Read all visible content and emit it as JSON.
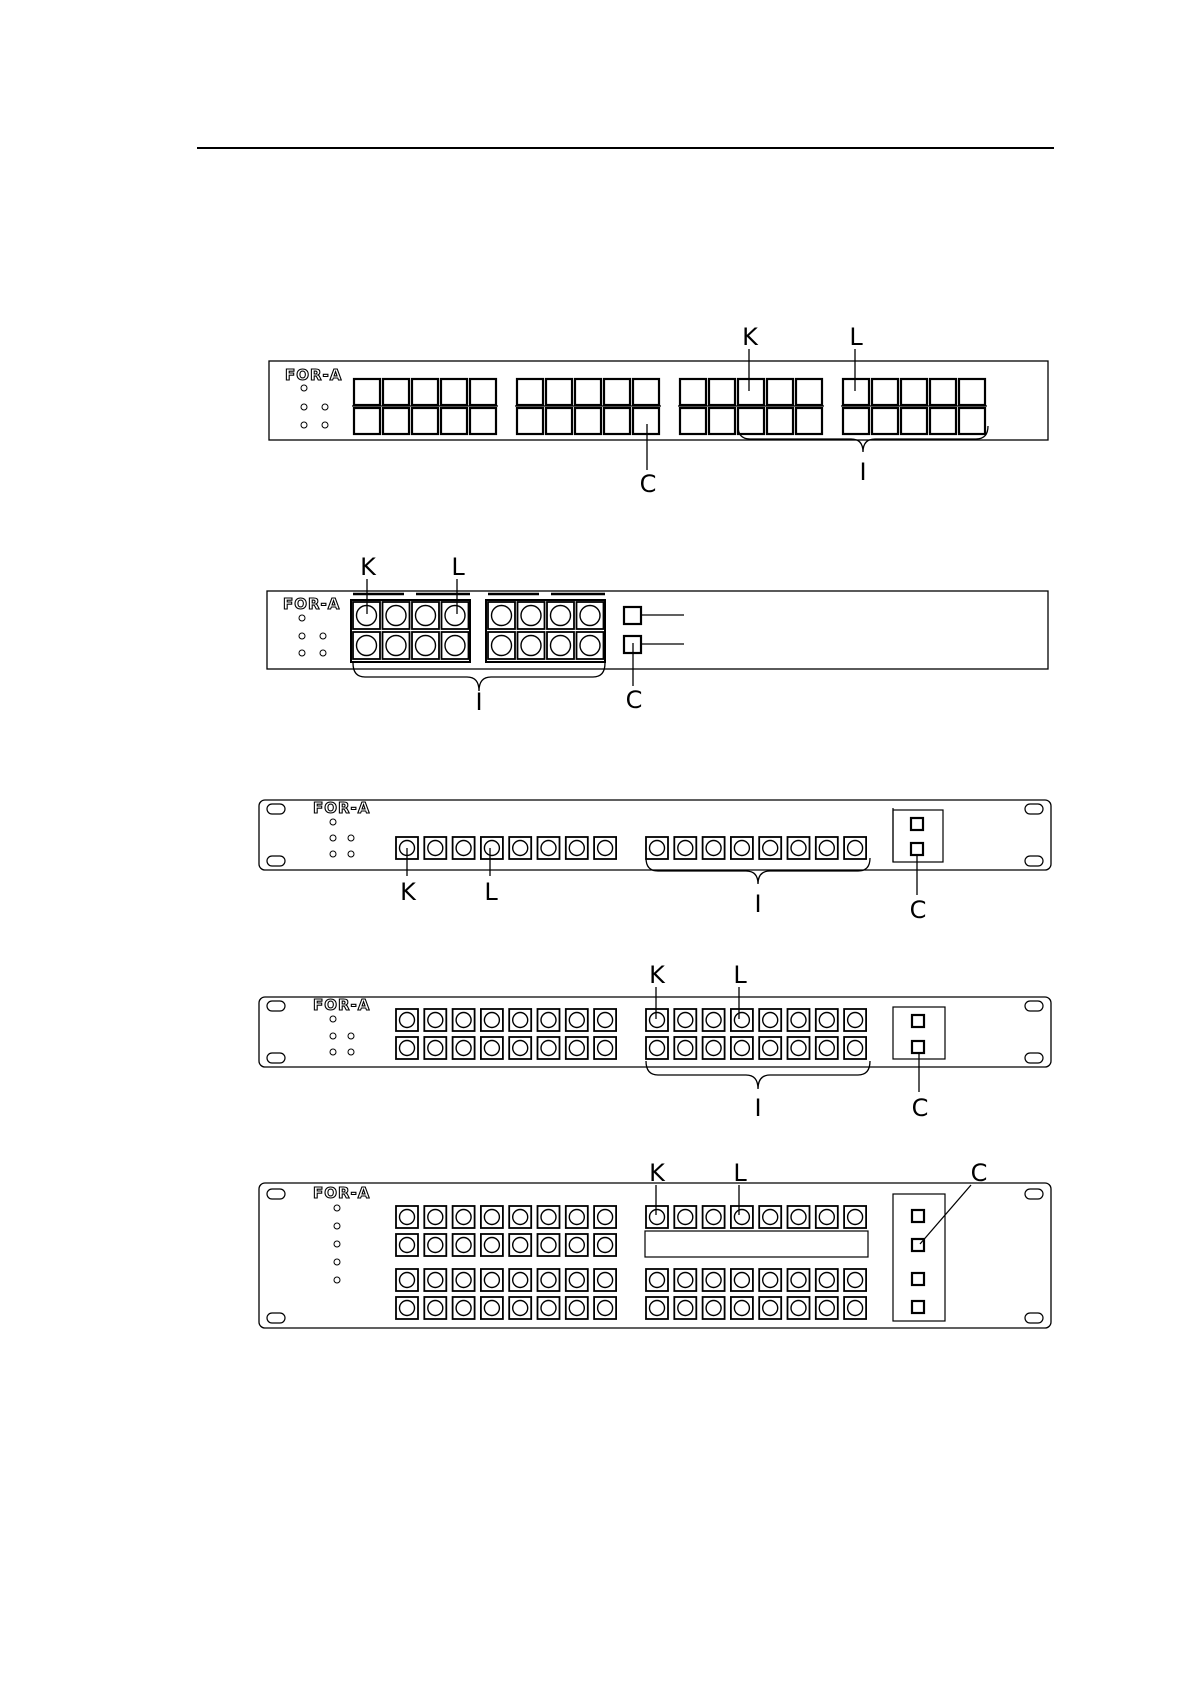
{
  "brand_logo": "FOR-A",
  "callout_letters": {
    "K": "K",
    "L": "L",
    "C": "C",
    "I": "I"
  },
  "panels": [
    {
      "id": "panel-1",
      "callouts": [
        "K",
        "L",
        "C",
        "I"
      ]
    },
    {
      "id": "panel-2",
      "callouts": [
        "K",
        "L",
        "I",
        "C"
      ]
    },
    {
      "id": "panel-3",
      "callouts": [
        "K",
        "L",
        "I",
        "C"
      ]
    },
    {
      "id": "panel-4",
      "callouts": [
        "K",
        "L",
        "I",
        "C"
      ]
    },
    {
      "id": "panel-5",
      "callouts": [
        "K",
        "L",
        "C"
      ]
    }
  ]
}
